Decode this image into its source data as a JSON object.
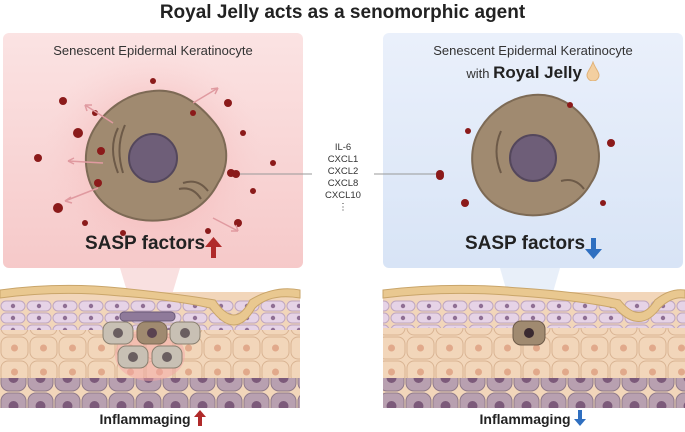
{
  "title": "Royal Jelly acts as a senomorphic agent",
  "left_panel": {
    "heading": "Senescent Epidermal Keratinocyte",
    "sasp_label": "SASP factors",
    "bottom_label": "Inflammaging"
  },
  "right_panel": {
    "heading": "Senescent Epidermal Keratinocyte",
    "with_text": "with",
    "royal_jelly": "Royal Jelly",
    "sasp_label": "SASP factors",
    "bottom_label": "Inflammaging"
  },
  "sasp_factor_list": [
    "IL-6",
    "CXCL1",
    "CXCL2",
    "CXCL8",
    "CXCL10",
    "⋮"
  ],
  "colors": {
    "increase_arrow": "#b02a2a",
    "decrease_arrow": "#2f6fc0",
    "secretion_dot": "#8b1a1a",
    "cell_body": "#a08a70",
    "nucleus": "#6e5e78"
  }
}
